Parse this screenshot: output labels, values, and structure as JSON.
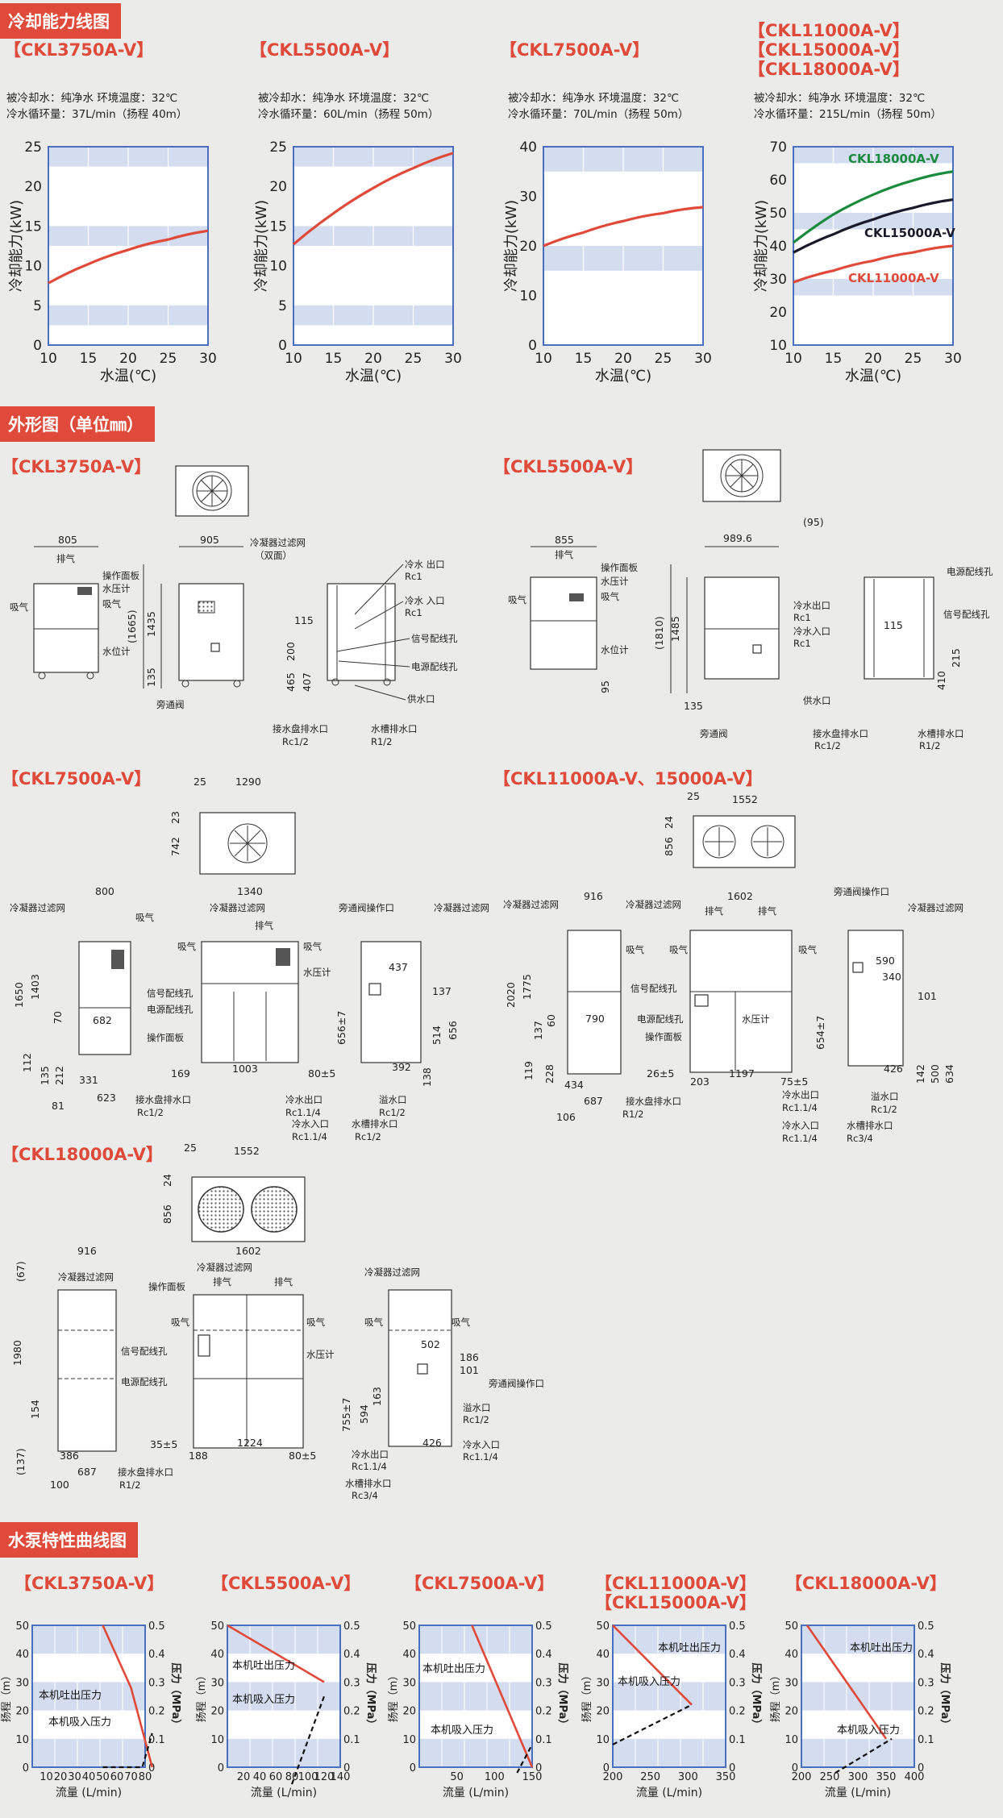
{
  "sections": {
    "cooling": "冷却能力线图",
    "outline": "外形图（单位㎜）",
    "pump": "水泵特性曲线图"
  },
  "cooling": {
    "chart1": {
      "model": "【CKL3750A-V】",
      "cond1": "被冷却水：纯净水  环境温度：32℃",
      "cond2": "冷水循环量：37L/min（扬程 40m）"
    },
    "chart2": {
      "model": "【CKL5500A-V】",
      "cond1": "被冷却水：纯净水  环境温度：32℃",
      "cond2": "冷水循环量：60L/min（扬程 50m）"
    },
    "chart3": {
      "model": "【CKL7500A-V】",
      "cond1": "被冷却水：纯净水  环境温度：32℃",
      "cond2": "冷水循环量：70L/min（扬程 50m）"
    },
    "chart4": {
      "model1": "【CKL11000A-V】",
      "model2": "【CKL15000A-V】",
      "model3": "【CKL18000A-V】",
      "cond1": "被冷却水：纯净水  环境温度：32℃",
      "cond2": "冷水循环量：215L/min（扬程 50m）"
    }
  },
  "outline_models": {
    "m1": "【CKL3750A-V】",
    "m2": "【CKL5500A-V】",
    "m3": "【CKL7500A-V】",
    "m4": "【CKL11000A-V、15000A-V】",
    "m5": "【CKL18000A-V】"
  },
  "outline_labels": {
    "exhaust": "排气",
    "intake": "吸气",
    "panel": "操作面板",
    "gauge": "水压计",
    "level": "水位计",
    "filter": "冷凝器过滤网",
    "filter_both": "（双面）",
    "bypass": "旁通阀",
    "bypass_op": "旁通阀操作口",
    "cw_out": "冷水 出口",
    "cw_in": "冷水 入口",
    "cw_out2": "冷水出口",
    "cw_in2": "冷水入口",
    "rc1": "Rc1",
    "rc114": "Rc1.1/4",
    "rc12": "Rc1/2",
    "r12": "R1/2",
    "rc34": "Rc3/4",
    "signal": "信号配线孔",
    "power": "电源配线孔",
    "supply": "供水口",
    "drain_pan": "接水盘排水口",
    "drain_tank": "水槽排水口",
    "overflow": "溢水口",
    "d805": "805",
    "d905": "905",
    "d1665": "(1665)",
    "d1435": "1435",
    "d135": "135",
    "d115": "115",
    "d200": "200",
    "d465": "465",
    "d407": "407",
    "d855": "855",
    "d9896": "989.6",
    "d95": "(95)",
    "d1810": "(1810)",
    "d1485": "1485",
    "d95b": "95",
    "d215": "215",
    "d410": "410",
    "d25": "25",
    "d1290": "1290",
    "d23": "23",
    "d742": "742",
    "d800": "800",
    "d1340": "1340",
    "d1650": "1650",
    "d1403": "1403",
    "d70": "70",
    "d682": "682",
    "d112": "112",
    "d135b": "135",
    "d212": "212",
    "d331": "331",
    "d623": "623",
    "d81": "81",
    "d169": "169",
    "d1003": "1003",
    "d80": "80±5",
    "d437": "437",
    "d137": "137",
    "d656": "656±7",
    "d656b": "656",
    "d514": "514",
    "d392": "392",
    "d138": "138",
    "d1552": "1552",
    "d24": "24",
    "d856": "856",
    "d916": "916",
    "d1602": "1602",
    "d590": "590",
    "d340": "340",
    "d101": "101",
    "d2020": "2020",
    "d1775": "1775",
    "d790": "790",
    "d137b": "137",
    "d60": "60",
    "d119": "119",
    "d228": "228",
    "d434": "434",
    "d687": "687",
    "d106": "106",
    "d26": "26±5",
    "d203": "203",
    "d1197": "1197",
    "d75": "75±5",
    "d654": "654±7",
    "d426": "426",
    "d142": "142",
    "d500": "500",
    "d634": "634",
    "d67": "(67)",
    "d1980": "1980",
    "d154": "154",
    "d137c": "(137)",
    "d386": "386",
    "d100": "100",
    "d35": "35±5",
    "d188": "188",
    "d1224": "1224",
    "d502": "502",
    "d186": "186",
    "d755": "755±7",
    "d594": "594",
    "d163": "163"
  },
  "pump": {
    "p1": {
      "model": "【CKL3750A-V】",
      "xticks": [
        "10",
        "20",
        "30",
        "40",
        "50",
        "60",
        "70",
        "80"
      ]
    },
    "p2": {
      "model": "【CKL5500A-V】",
      "xticks": [
        "20",
        "40",
        "60",
        "80",
        "100",
        "120",
        "140"
      ]
    },
    "p3": {
      "model": "【CKL7500A-V】",
      "xticks": [
        "50",
        "100",
        "150"
      ]
    },
    "p4": {
      "model1": "【CKL11000A-V】",
      "model2": "【CKL15000A-V】",
      "xticks": [
        "200",
        "250",
        "300",
        "350"
      ]
    },
    "p5": {
      "model": "【CKL18000A-V】",
      "xticks": [
        "200",
        "250",
        "300",
        "350",
        "400"
      ]
    },
    "ylabel_l": "扬程（m）",
    "ylabel_r": "压力（MPa）",
    "xlabel": "流量 (L/min)",
    "out_label": "本机吐出压力",
    "in_label": "本机吸入压力"
  },
  "chart_data": [
    {
      "type": "line",
      "title": "【CKL3750A-V】",
      "xlabel": "水温(℃)",
      "ylabel": "冷却能力(kW)",
      "xlim": [
        10,
        30
      ],
      "ylim": [
        0,
        25
      ],
      "xticks": [
        "10",
        "15",
        "20",
        "25",
        "30"
      ],
      "yticks": [
        "0",
        "5",
        "10",
        "15",
        "20",
        "25"
      ],
      "series": [
        {
          "x": [
            10,
            15,
            20,
            25,
            30
          ],
          "values": [
            7.8,
            10.2,
            12.0,
            13.3,
            14.4
          ],
          "color": "#e04a3a"
        }
      ]
    },
    {
      "type": "line",
      "title": "【CKL5500A-V】",
      "xlabel": "水温(℃)",
      "ylabel": "冷却能力(kW)",
      "xlim": [
        10,
        30
      ],
      "ylim": [
        0,
        25
      ],
      "xticks": [
        "10",
        "15",
        "20",
        "25",
        "30"
      ],
      "yticks": [
        "0",
        "5",
        "10",
        "15",
        "20",
        "25"
      ],
      "series": [
        {
          "x": [
            10,
            15,
            20,
            25,
            30
          ],
          "values": [
            12.7,
            16.6,
            19.8,
            22.3,
            24.2
          ],
          "color": "#e04a3a"
        }
      ]
    },
    {
      "type": "line",
      "title": "【CKL7500A-V】",
      "xlabel": "水温(℃)",
      "ylabel": "冷却能力(kW)",
      "xlim": [
        10,
        30
      ],
      "ylim": [
        0,
        40
      ],
      "xticks": [
        "10",
        "15",
        "20",
        "25",
        "30"
      ],
      "yticks": [
        "0",
        "10",
        "20",
        "30",
        "40"
      ],
      "series": [
        {
          "x": [
            10,
            15,
            20,
            25,
            30
          ],
          "values": [
            20.0,
            22.7,
            25.0,
            26.6,
            27.8
          ],
          "color": "#e04a3a"
        }
      ]
    },
    {
      "type": "line",
      "title": "【CKL11000A-V】【CKL15000A-V】【CKL18000A-V】",
      "xlabel": "水温(℃)",
      "ylabel": "冷却能力(kW)",
      "xlim": [
        10,
        30
      ],
      "ylim": [
        10,
        70
      ],
      "xticks": [
        "15",
        "20",
        "25",
        "30"
      ],
      "yticks": [
        "10",
        "20",
        "30",
        "40",
        "50",
        "60",
        "70"
      ],
      "series": [
        {
          "name": "CKL18000A-V",
          "x": [
            10,
            15,
            20,
            25,
            30
          ],
          "values": [
            41,
            49.5,
            55.5,
            59.8,
            62.5
          ],
          "color": "#1a8a3c"
        },
        {
          "name": "CKL15000A-V",
          "x": [
            10,
            15,
            20,
            25,
            30
          ],
          "values": [
            38,
            43.5,
            48,
            51.5,
            54
          ],
          "color": "#1a1a2a"
        },
        {
          "name": "CKL11000A-V",
          "x": [
            10,
            15,
            20,
            25,
            30
          ],
          "values": [
            29,
            32.5,
            35.5,
            38,
            40
          ],
          "color": "#e04a3a"
        }
      ]
    }
  ]
}
